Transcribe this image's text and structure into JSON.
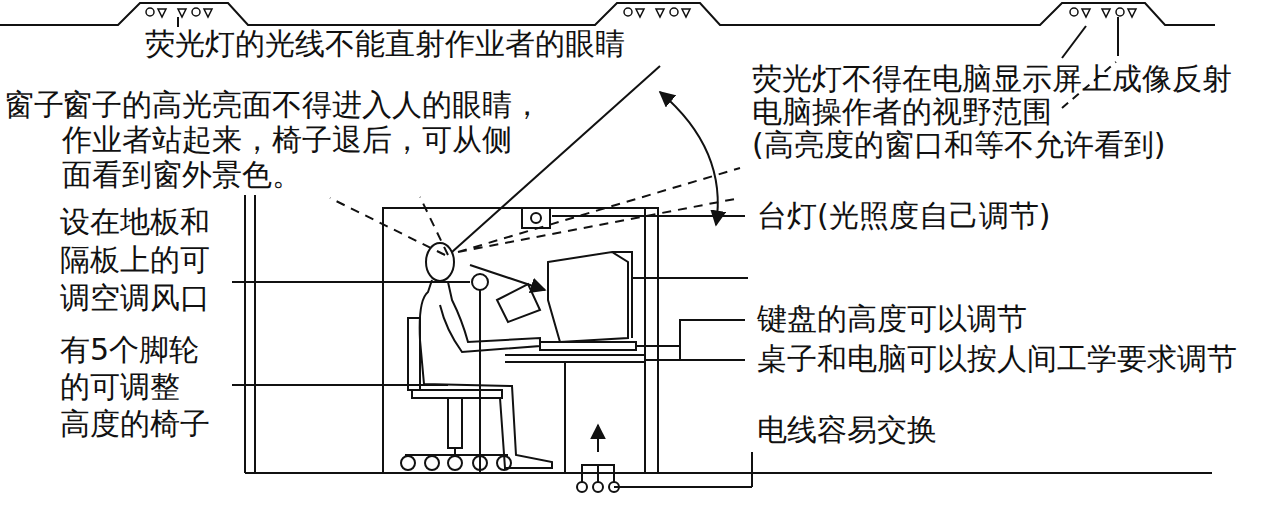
{
  "diagram": {
    "labels": [
      "荧光灯的光线不能直射作业者的眼睛",
      "窗子:",
      "窗子的高光亮面不得进入人的眼睛， 作业者站起来，椅子退后，可从侧 面看到窗外景色。",
      "荧光灯不得在电脑显示屏上成像反射 电脑操作者的视野范围 (高亮度的窗口和等不允许看到)",
      "设在地板和 隔板上的可 调空调风口",
      "有5个脚轮 的可调整 高度的椅子",
      "台灯(光照度自己调节)",
      "键盘的高度可以调节",
      "桌子和电脑可以按人间工学要求调节",
      "电线容易交换"
    ]
  }
}
